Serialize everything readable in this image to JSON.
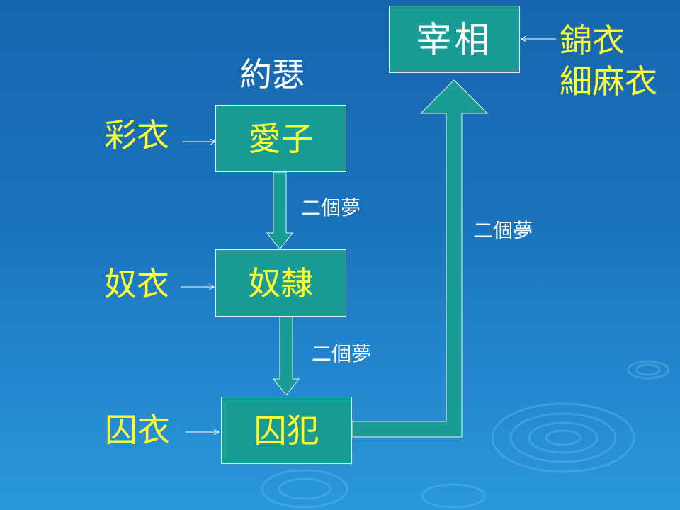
{
  "boxes": {
    "prime_minister": "宰相",
    "beloved_son": "愛子",
    "slave": "奴隸",
    "prisoner": "囚犯"
  },
  "labels": {
    "name": "約瑟",
    "colored_robe": "彩衣",
    "slave_clothes": "奴衣",
    "prisoner_clothes": "囚衣",
    "royal_robes": [
      "錦衣",
      "細麻衣"
    ]
  },
  "dreams": {
    "first": "二個夢",
    "second": "二個夢",
    "third": "二個夢"
  },
  "colors": {
    "background": "#1a74bd",
    "box_fill": "#199c95",
    "arrow_fill": "#199c95",
    "label_yellow": "#ffff33"
  }
}
